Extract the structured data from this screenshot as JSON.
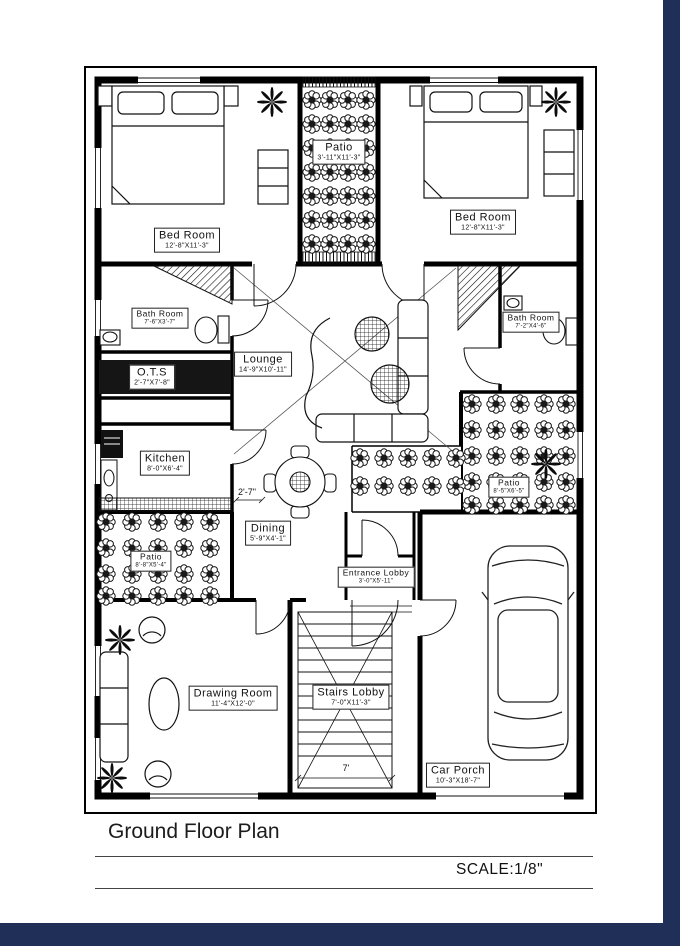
{
  "page": {
    "title": "Ground Floor Plan",
    "scale": "SCALE:1/8\""
  },
  "colors": {
    "backdrop": "#202f58",
    "paper": "#ffffff",
    "ink": "#111111"
  },
  "rooms": {
    "bedroom_left": {
      "name": "Bed Room",
      "dims": "12'-8\"X11'-3\""
    },
    "patio_top": {
      "name": "Patio",
      "dims": "3'-11\"X11'-3\""
    },
    "bedroom_right": {
      "name": "Bed Room",
      "dims": "12'-8\"X11'-3\""
    },
    "bathroom_left": {
      "name": "Bath Room",
      "dims": "7'-6\"X3'-7\""
    },
    "bathroom_right": {
      "name": "Bath Room",
      "dims": "7'-2\"X4'-6\""
    },
    "ots": {
      "name": "O.T.S",
      "dims": "2'-7\"X7'-8\""
    },
    "lounge": {
      "name": "Lounge",
      "dims": "14'-9\"X10'-11\""
    },
    "kitchen": {
      "name": "Kitchen",
      "dims": "8'-0\"X6'-4\""
    },
    "patio_right": {
      "name": "Patio",
      "dims": "8'-5\"X6'-5\""
    },
    "dining": {
      "name": "Dining",
      "dims": "5'-9\"X4'-1\""
    },
    "patio_left": {
      "name": "Patio",
      "dims": "8'-8\"X5'-4\""
    },
    "entrance": {
      "name": "Entrance Lobby",
      "dims": "3'-0\"X5'-11\""
    },
    "drawing": {
      "name": "Drawing Room",
      "dims": "11'-4\"X12'-0\""
    },
    "stairs": {
      "name": "Stairs Lobby",
      "dims": "7'-0\"X11'-3\""
    },
    "carporch": {
      "name": "Car Porch",
      "dims": "10'-3\"X18'-7\""
    }
  },
  "dims": {
    "kitchen_gap": "2'-7\"",
    "stairs_width": "7'"
  }
}
